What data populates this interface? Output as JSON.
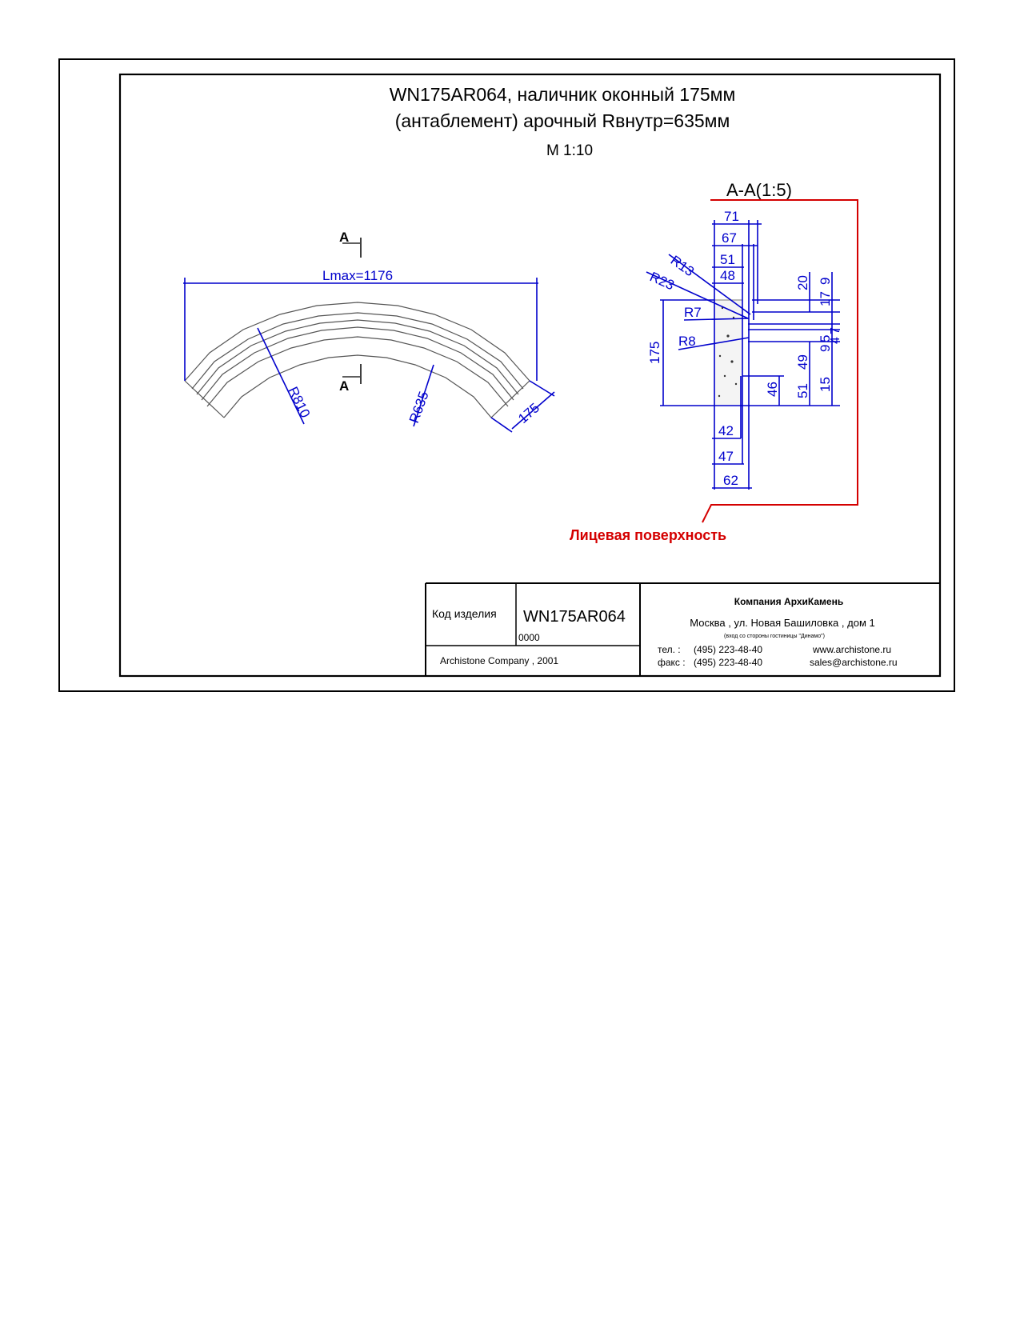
{
  "drawing": {
    "title_line1": "WN175AR064, наличник оконный 175мм",
    "title_line2": "(антаблемент) арочный Rвнутр=635мм",
    "scale": "М 1:10",
    "section_title": "А-А(1:5)",
    "section_marks": [
      "А",
      "А"
    ],
    "face_label": "Лицевая поверхность"
  },
  "plan_dimensions": {
    "length": "Lmax=1176",
    "outer_radius": "R810",
    "inner_radius": "R635",
    "width": "175"
  },
  "section_dimensions": {
    "top": [
      "71",
      "67",
      "51",
      "48"
    ],
    "bottom": [
      "42",
      "47",
      "62"
    ],
    "radii": [
      "R13",
      "R23",
      "R7",
      "R8"
    ],
    "height": "175",
    "right": [
      "20",
      "17",
      "9",
      "7",
      "4",
      "49",
      "9",
      "5",
      "46",
      "51",
      "15"
    ]
  },
  "title_block": {
    "code_label": "Код изделия",
    "code_value": "WN175AR064",
    "sub_code": "0000",
    "copyright": "Archistone Company , 2001",
    "company": "Компания АрхиКамень",
    "address": "Москва , ул. Новая Башиловка , дом 1",
    "address_note": "(вход со стороны гостиницы \"Динамо\")",
    "phone_label": "тел.   :",
    "phone": "(495) 223-48-40",
    "fax_label": "факс :",
    "fax": "(495) 223-48-40",
    "web": "www.archistone.ru",
    "email": "sales@archistone.ru"
  }
}
